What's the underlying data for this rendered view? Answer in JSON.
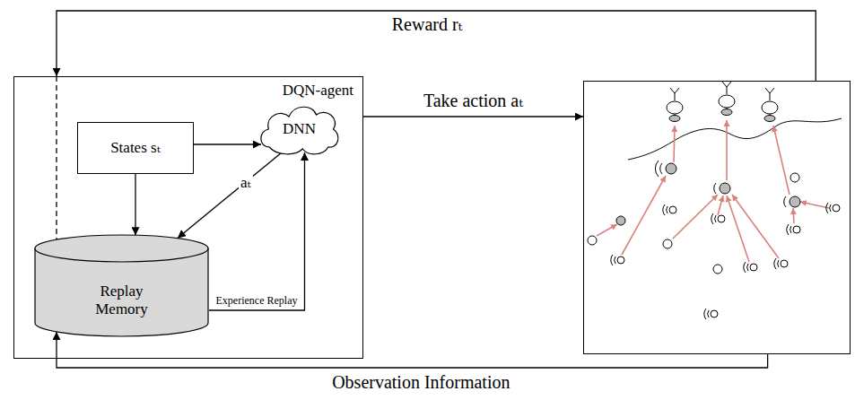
{
  "diagram": {
    "nodes": [
      {
        "text": [
          "DQN-agent"
        ]
      },
      {
        "text": [
          "States sₜ"
        ],
        "in": 0
      },
      {
        "text": [
          "DNN"
        ],
        "in": 0
      },
      {
        "text": [
          "Replay Memory"
        ],
        "in": 0
      },
      {
        "text": []
      }
    ],
    "edges": [
      {
        "from": 1,
        "to": 2,
        "arrow": "to"
      },
      {
        "from": 1,
        "to": 3,
        "arrow": "to"
      },
      {
        "from": 2,
        "to": 3,
        "label": "aₜ",
        "arrow": "to"
      },
      {
        "from": 3,
        "to": 2,
        "label": "Experience Replay",
        "arrow": "to"
      },
      {
        "from": 0,
        "to": 4,
        "label": "Take action aₜ",
        "arrow": "to"
      },
      {
        "from": 4,
        "to": 3,
        "label": "Reward rₜ",
        "arrow": "to"
      },
      {
        "from": 4,
        "to": 3,
        "label": "Observation Information",
        "arrow": "to"
      }
    ]
  }
}
